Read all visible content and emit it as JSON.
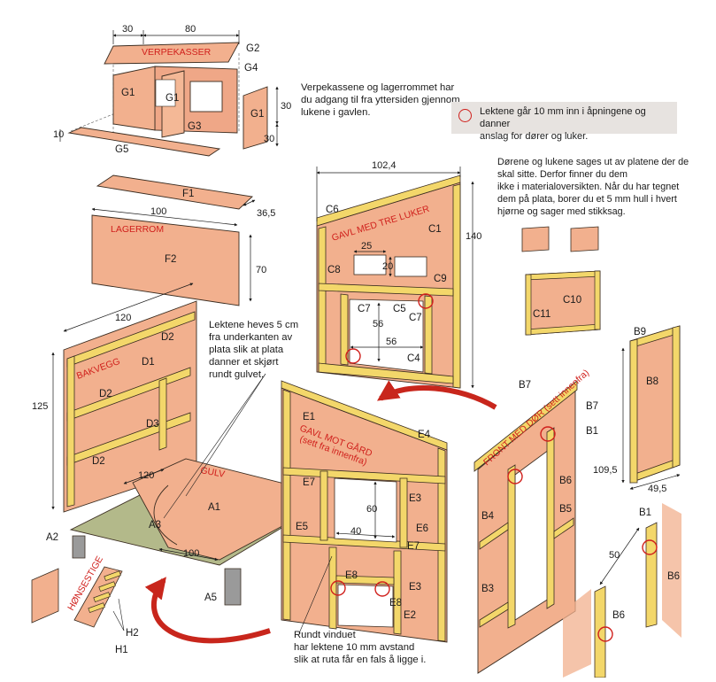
{
  "colors": {
    "plywood": "#f2b08e",
    "plywood_dark": "#d9876a",
    "lumber": "#f3d76a",
    "lumber_dark": "#c9a23a",
    "base_lumber": "#b3b98a",
    "concrete": "#9a9a9a",
    "ink": "#3a2c20",
    "marker_red": "#d0201c",
    "note_box": "#e7e3e0"
  },
  "part_labels": {
    "verpekasser": "VERPEKASSER",
    "lagerrom": "LAGERROM",
    "bakvegg": "BAKVEGG",
    "gulv": "GULV",
    "gavl_luker": "GAVL MED TRE LUKER",
    "gavl_gard_1": "GAVL MOT GÅRD",
    "gavl_gard_2": "(sett fra innenfra)",
    "front_dor": "FRONT MED DØR (sett innenfra)",
    "honsestige": "HØNSESTIGE"
  },
  "codes": {
    "G1": "G1",
    "G2": "G2",
    "G3": "G3",
    "G4": "G4",
    "G5": "G5",
    "F1": "F1",
    "F2": "F2",
    "D1": "D1",
    "D2": "D2",
    "D3": "D3",
    "A1": "A1",
    "A2": "A2",
    "A3": "A3",
    "A5": "A5",
    "C1": "C1",
    "C4": "C4",
    "C5": "C5",
    "C6": "C6",
    "C7": "C7",
    "C8": "C8",
    "C9": "C9",
    "C10": "C10",
    "C11": "C11",
    "E1": "E1",
    "E2": "E2",
    "E3": "E3",
    "E4": "E4",
    "E5": "E5",
    "E6": "E6",
    "E7": "E7",
    "E8": "E8",
    "B1": "B1",
    "B3": "B3",
    "B4": "B4",
    "B5": "B5",
    "B6": "B6",
    "B7": "B7",
    "B8": "B8",
    "B9": "B9",
    "H1": "H1",
    "H2": "H2"
  },
  "dims": {
    "d30": "30",
    "d80": "80",
    "d10": "10",
    "d100": "100",
    "d36_5": "36,5",
    "d70": "70",
    "d102_4": "102,4",
    "d140": "140",
    "d25": "25",
    "d20": "20",
    "d56": "56",
    "d120": "120",
    "d125": "125",
    "d60": "60",
    "d40": "40",
    "d109_5": "109,5",
    "d49_5": "49,5",
    "d50": "50"
  },
  "notes": {
    "verpekasse": [
      "Verpekassene og lagerrommet har",
      "du adgang til fra yttersiden gjennom",
      "lukene i gavlen."
    ],
    "legend": [
      "Lektene går 10 mm inn i åpningene og danner",
      "anslag for dører og luker."
    ],
    "doors": [
      "Dørene og lukene sages ut av platene der de",
      "skal sitte. Derfor finner du dem",
      "ikke i materialoversikten. Når du har tegnet",
      "dem på plata, borer du et 5 mm hull i hvert",
      "hjørne og sager med stikksag."
    ],
    "lekter": [
      "Lektene heves 5 cm",
      "fra underkanten av",
      "plata slik at plata",
      "danner et skjørt",
      "rundt gulvet."
    ],
    "vindu": [
      "Rundt vinduet",
      "har lektene 10 mm avstand",
      "slik at ruta får en fals å ligge i."
    ]
  }
}
